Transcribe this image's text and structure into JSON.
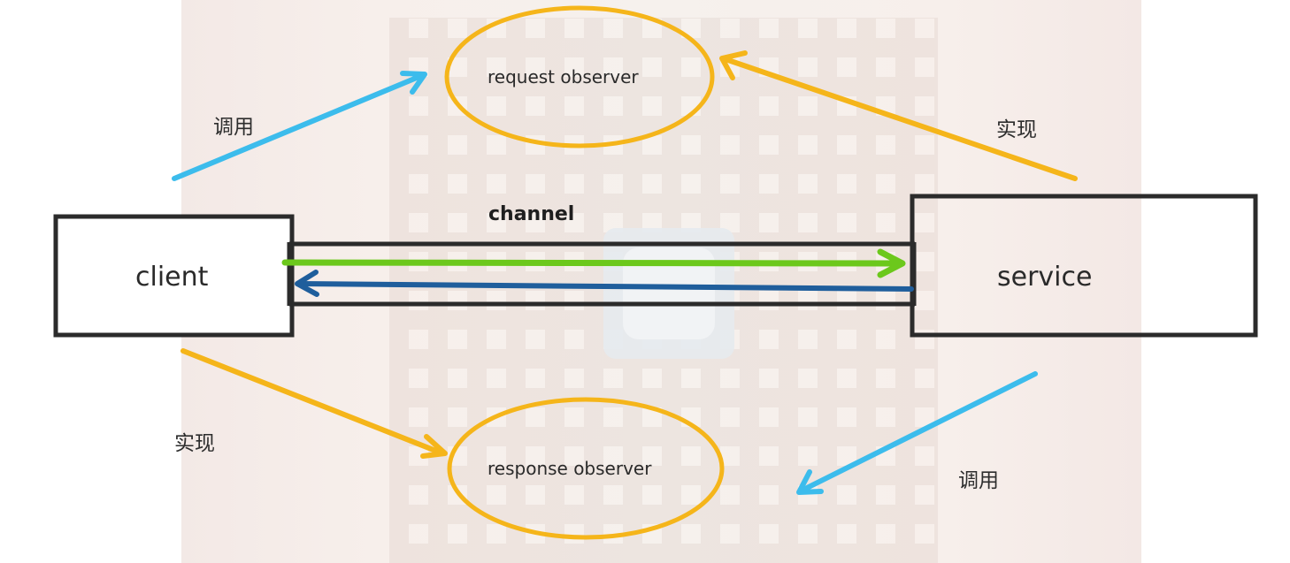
{
  "diagram": {
    "nodes": {
      "client": {
        "label": "client"
      },
      "service": {
        "label": "service"
      },
      "request_observer": {
        "label": "request observer"
      },
      "response_observer": {
        "label": "response observer"
      }
    },
    "channel": {
      "label": "channel"
    },
    "edges": [
      {
        "from": "client",
        "to": "request_observer",
        "label": "调用",
        "color": "#3cbcec"
      },
      {
        "from": "service",
        "to": "request_observer",
        "label": "实现",
        "color": "#f5b51a"
      },
      {
        "from": "client",
        "to": "response_observer",
        "label": "实现",
        "color": "#f5b51a"
      },
      {
        "from": "service",
        "to": "response_observer",
        "label": "调用",
        "color": "#3cbcec"
      },
      {
        "from": "client",
        "to": "service",
        "label": "",
        "color": "#6cc81c",
        "via": "channel"
      },
      {
        "from": "service",
        "to": "client",
        "label": "",
        "color": "#1f5e9c",
        "via": "channel"
      }
    ],
    "colors": {
      "box_stroke": "#2b2b2b",
      "observer_stroke": "#f5b51a",
      "invoke_arrow": "#3cbcec",
      "implement_arrow": "#f5b51a",
      "request_stream": "#6cc81c",
      "response_stream": "#1f5e9c"
    }
  }
}
